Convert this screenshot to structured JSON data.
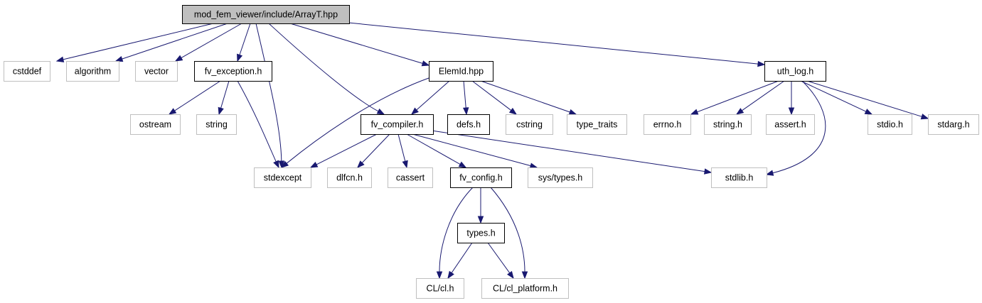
{
  "graph": {
    "colors": {
      "edge": "#191970",
      "root_fill": "#bfbfbf",
      "node_stroke_dark": "#000000",
      "node_stroke_light": "#bfbfbf",
      "node_fill": "#ffffff"
    },
    "nodes": {
      "arrayt": {
        "label": "mod_fem_viewer/include/ArrayT.hpp",
        "kind": "root"
      },
      "cstddef": {
        "label": "cstddef",
        "kind": "external"
      },
      "algorithm": {
        "label": "algorithm",
        "kind": "external"
      },
      "vector": {
        "label": "vector",
        "kind": "external"
      },
      "fv_exception": {
        "label": "fv_exception.h",
        "kind": "documented"
      },
      "elemid": {
        "label": "ElemId.hpp",
        "kind": "documented"
      },
      "uth_log": {
        "label": "uth_log.h",
        "kind": "documented"
      },
      "ostream": {
        "label": "ostream",
        "kind": "external"
      },
      "string": {
        "label": "string",
        "kind": "external"
      },
      "fv_compiler": {
        "label": "fv_compiler.h",
        "kind": "documented"
      },
      "defs": {
        "label": "defs.h",
        "kind": "documented"
      },
      "cstring": {
        "label": "cstring",
        "kind": "external"
      },
      "type_traits": {
        "label": "type_traits",
        "kind": "external"
      },
      "errno": {
        "label": "errno.h",
        "kind": "external"
      },
      "string_h": {
        "label": "string.h",
        "kind": "external"
      },
      "assert_h": {
        "label": "assert.h",
        "kind": "external"
      },
      "stdio_h": {
        "label": "stdio.h",
        "kind": "external"
      },
      "stdarg_h": {
        "label": "stdarg.h",
        "kind": "external"
      },
      "stdexcept": {
        "label": "stdexcept",
        "kind": "external"
      },
      "dlfcn": {
        "label": "dlfcn.h",
        "kind": "external"
      },
      "cassert": {
        "label": "cassert",
        "kind": "external"
      },
      "fv_config": {
        "label": "fv_config.h",
        "kind": "documented"
      },
      "sys_types": {
        "label": "sys/types.h",
        "kind": "external"
      },
      "stdlib_h": {
        "label": "stdlib.h",
        "kind": "external"
      },
      "types_h": {
        "label": "types.h",
        "kind": "documented"
      },
      "cl_cl": {
        "label": "CL/cl.h",
        "kind": "external"
      },
      "cl_platform": {
        "label": "CL/cl_platform.h",
        "kind": "external"
      }
    },
    "edges": [
      {
        "from": "arrayt",
        "to": "cstddef"
      },
      {
        "from": "arrayt",
        "to": "algorithm"
      },
      {
        "from": "arrayt",
        "to": "vector"
      },
      {
        "from": "arrayt",
        "to": "fv_exception"
      },
      {
        "from": "arrayt",
        "to": "stdexcept"
      },
      {
        "from": "arrayt",
        "to": "fv_compiler"
      },
      {
        "from": "arrayt",
        "to": "elemid"
      },
      {
        "from": "arrayt",
        "to": "uth_log"
      },
      {
        "from": "fv_exception",
        "to": "ostream"
      },
      {
        "from": "fv_exception",
        "to": "string"
      },
      {
        "from": "fv_exception",
        "to": "stdexcept"
      },
      {
        "from": "elemid",
        "to": "stdexcept"
      },
      {
        "from": "elemid",
        "to": "fv_compiler"
      },
      {
        "from": "elemid",
        "to": "defs"
      },
      {
        "from": "elemid",
        "to": "cstring"
      },
      {
        "from": "elemid",
        "to": "type_traits"
      },
      {
        "from": "uth_log",
        "to": "errno"
      },
      {
        "from": "uth_log",
        "to": "string_h"
      },
      {
        "from": "uth_log",
        "to": "assert_h"
      },
      {
        "from": "uth_log",
        "to": "stdio_h"
      },
      {
        "from": "uth_log",
        "to": "stdarg_h"
      },
      {
        "from": "uth_log",
        "to": "stdlib_h"
      },
      {
        "from": "fv_compiler",
        "to": "stdexcept"
      },
      {
        "from": "fv_compiler",
        "to": "dlfcn"
      },
      {
        "from": "fv_compiler",
        "to": "cassert"
      },
      {
        "from": "fv_compiler",
        "to": "fv_config"
      },
      {
        "from": "fv_compiler",
        "to": "sys_types"
      },
      {
        "from": "fv_compiler",
        "to": "stdlib_h"
      },
      {
        "from": "fv_config",
        "to": "types_h"
      },
      {
        "from": "fv_config",
        "to": "cl_cl"
      },
      {
        "from": "fv_config",
        "to": "cl_platform"
      },
      {
        "from": "types_h",
        "to": "cl_cl"
      },
      {
        "from": "types_h",
        "to": "cl_platform"
      }
    ]
  }
}
